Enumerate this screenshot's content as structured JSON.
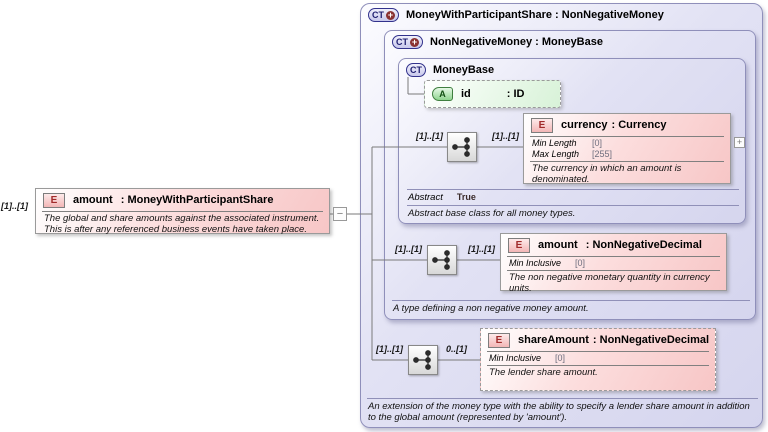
{
  "source_element": {
    "cardinality": "[1]..[1]",
    "badge": "E",
    "name": "amount",
    "type": ": MoneyWithParticipantShare",
    "annotation": "The global and share amounts against the associated instrument. This is after any referenced business events have taken place."
  },
  "collapse_toggle": "−",
  "expand_toggle": "+",
  "complex_types": {
    "outer": {
      "badge": "CT",
      "badge_plus": "+",
      "title": "MoneyWithParticipantShare : NonNegativeMoney",
      "annotation": "An extension of the money type with the ability to specify a lender share amount in addition to the global amount (represented by 'amount')."
    },
    "non_negative_money": {
      "badge": "CT",
      "badge_plus": "+",
      "title": "NonNegativeMoney : MoneyBase",
      "annotation": "A type defining a non negative money amount."
    },
    "money_base": {
      "badge": "CT",
      "title": "MoneyBase",
      "abstract_label": "Abstract",
      "abstract_value": "True",
      "annotation": "Abstract base class for all money types."
    }
  },
  "attribute_id": {
    "badge": "A",
    "name": "id",
    "type": ": ID"
  },
  "elements": {
    "currency": {
      "badge": "E",
      "name": "currency",
      "type": ": Currency",
      "card_left": "[1]..[1]",
      "card_right": "[1]..[1]",
      "facets": [
        {
          "label": "Min Length",
          "value": "[0]"
        },
        {
          "label": "Max Length",
          "value": "[255]"
        }
      ],
      "annotation": "The currency in which an amount is denominated."
    },
    "amount": {
      "badge": "E",
      "name": "amount",
      "type": ": NonNegativeDecimal",
      "card_left": "[1]..[1]",
      "card_right": "[1]..[1]",
      "facets": [
        {
          "label": "Min Inclusive",
          "value": "[0]"
        }
      ],
      "annotation": "The non negative monetary quantity in currency units."
    },
    "share_amount": {
      "badge": "E",
      "name": "shareAmount",
      "type": ": NonNegativeDecimal",
      "card_left": "[1]..[1]",
      "card_right": "0..[1]",
      "facets": [
        {
          "label": "Min Inclusive",
          "value": "[0]"
        }
      ],
      "annotation": "The lender share amount."
    }
  },
  "colors": {
    "container_border": "#8f8fba",
    "container_fill": "#d9d9f1",
    "element_fill": "#f7c6c6",
    "attribute_fill": "#d8f2d8",
    "badge_e_text": "#a12a2a",
    "badge_ct_text": "#1f1f70",
    "badge_a_text": "#145014"
  }
}
